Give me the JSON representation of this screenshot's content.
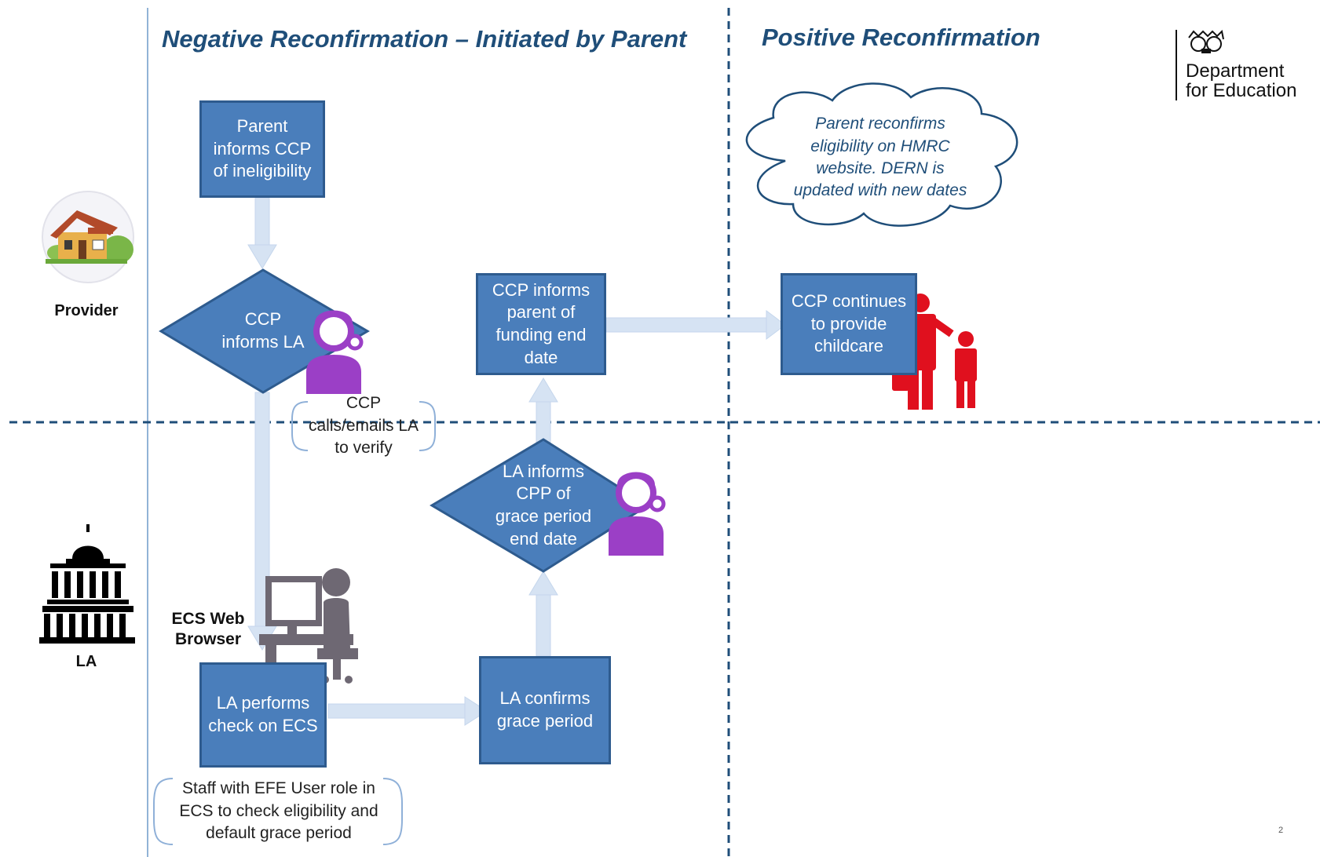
{
  "titles": {
    "negative": "Negative Reconfirmation – Initiated by Parent",
    "positive": "Positive Reconfirmation"
  },
  "logo": {
    "text": "Department\nfor Education",
    "icon": "royal-crest-icon"
  },
  "lanes": {
    "provider": "Provider",
    "la": "LA"
  },
  "nodes": {
    "parent_informs": "Parent\ninforms CCP\nof ineligibility",
    "ccp_informs_la": "CCP\ninforms LA",
    "ccp_informs_parent": "CCP informs\nparent of\nfunding end\ndate",
    "ccp_continues": "CCP continues\nto provide\nchildcare",
    "la_informs_cpp": "LA informs\nCPP of\ngrace period\nend date",
    "la_performs_check": "LA performs\ncheck on ECS",
    "la_confirms": "LA confirms\ngrace period"
  },
  "notes": {
    "ccp_calls": "CCP\ncalls/emails LA\nto verify",
    "staff_role": "Staff with EFE User role in\nECS to check eligibility and\ndefault grace period",
    "ecs_web_browser": "ECS Web\nBrowser"
  },
  "cloud": "Parent reconfirms\neligibility on HMRC\nwebsite. DERN is\nupdated with new dates",
  "page_number": "2",
  "colors": {
    "box_fill": "#4a7ebb",
    "box_border": "#2e5b8e",
    "arrow": "#d6e3f3",
    "title": "#1f4e79",
    "purple_person": "#9b3fc6",
    "red_family": "#e0101e",
    "computer_person": "#6e6873"
  },
  "icons": [
    "house-icon",
    "government-building-icon",
    "phone-operator-icon",
    "computer-user-icon",
    "parent-child-icon"
  ]
}
